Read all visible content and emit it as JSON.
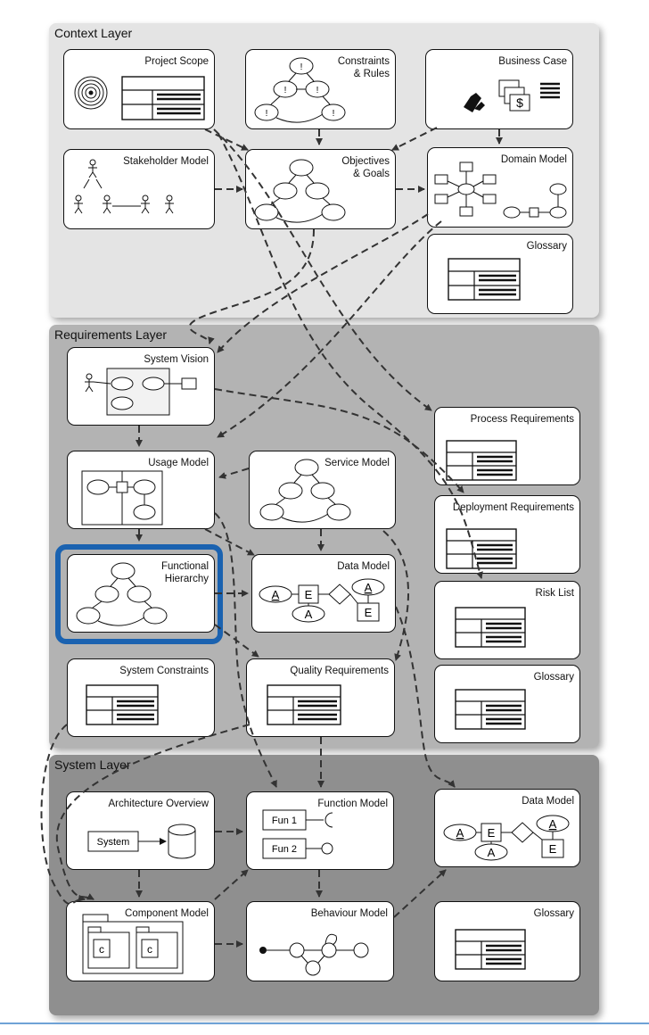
{
  "layers": {
    "context": "Context Layer",
    "requirements": "Requirements Layer",
    "system": "System Layer"
  },
  "boxes": {
    "project_scope": "Project Scope",
    "constraints_rules": "Constraints\n& Rules",
    "business_case": "Business Case",
    "stakeholder_model": "Stakeholder Model",
    "objectives_goals": "Objectives\n& Goals",
    "domain_model": "Domain Model",
    "glossary_context": "Glossary",
    "system_vision": "System Vision",
    "process_requirements": "Process Requirements",
    "usage_model": "Usage Model",
    "service_model": "Service Model",
    "deployment_requirements": "Deployment Requirements",
    "functional_hierarchy": "Functional\nHierarchy",
    "data_model_req": "Data Model",
    "risk_list": "Risk List",
    "system_constraints": "System Constraints",
    "quality_requirements": "Quality Requirements",
    "glossary_req": "Glossary",
    "architecture_overview": "Architecture Overview",
    "function_model": "Function Model",
    "data_model_sys": "Data Model",
    "component_model": "Component Model",
    "behaviour_model": "Behaviour Model",
    "glossary_sys": "Glossary"
  },
  "inner": {
    "entity": "E",
    "attr_key": "A",
    "attr": "A",
    "fun1": "Fun 1",
    "fun2": "Fun 2",
    "system": "System",
    "component": "c",
    "dollar": "$",
    "exclaim": "!"
  },
  "colors": {
    "context_layer": "#e4e4e4",
    "requirements_layer": "#b3b3b3",
    "system_layer": "#8f8f8f",
    "highlight": "#1a62b0"
  }
}
